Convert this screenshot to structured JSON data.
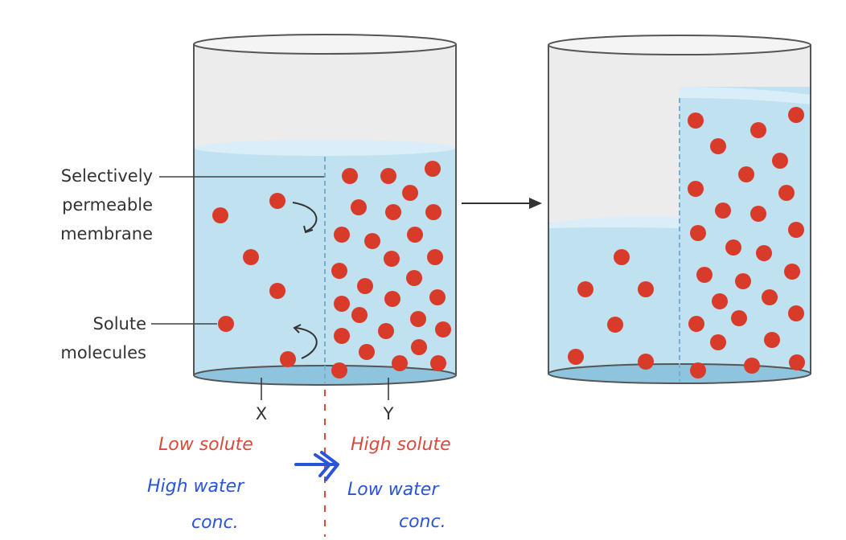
{
  "colors": {
    "water": "#bfe1f0",
    "water_surface": "#d9eef8",
    "water_bottom": "#8fc4df",
    "beaker_outline": "#555555",
    "beaker_inside": "#e8e8e8",
    "solute": "#d93b2b",
    "membrane": "#7aaed0",
    "annotation_red": "#d94a3a",
    "annotation_blue": "#2a55d9",
    "label_text": "#333333"
  },
  "labels": {
    "membrane_line1": "Selectively",
    "membrane_line2": "permeable",
    "membrane_line3": "membrane",
    "solute_line1": "Solute",
    "solute_line2": "molecules",
    "side_x": "X",
    "side_y": "Y"
  },
  "handwritten": {
    "left_red": "Low solute",
    "right_red": "High solute",
    "left_blue_1": "High water",
    "left_blue_2": "conc.",
    "right_blue_1": "Low water",
    "right_blue_2": "conc."
  },
  "icons": {
    "flow_arrow": "arrow-right-icon",
    "osmosis_arrow": "double-arrow-right-icon",
    "curved_arrows": "curved-arrow-icon"
  }
}
